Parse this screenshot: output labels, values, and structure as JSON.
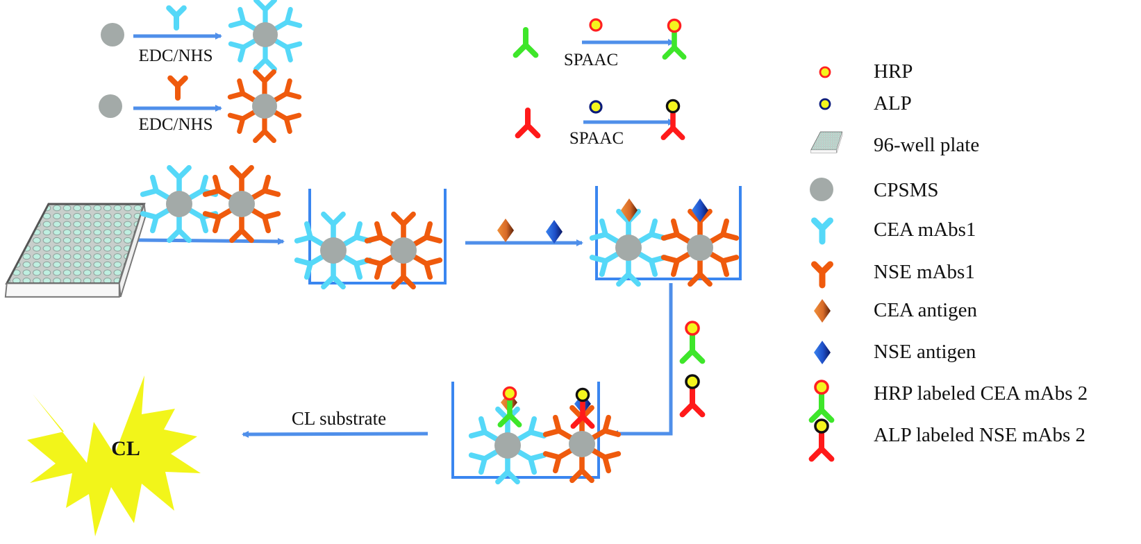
{
  "colors": {
    "arrow": "#4f8fea",
    "well": "#3a86f0",
    "cea_mab1": "#55d8f8",
    "nse_mab1": "#ef5a0d",
    "bead": "#a3aaa8",
    "mab2_cea": "#3ee62a",
    "mab2_nse": "#ff1a1a",
    "hrp_ring": "#ff2020",
    "alp_ring": "#0a1a7a",
    "enzyme_core": "#f4f51e",
    "cea_antigen": "#e07a30",
    "nse_antigen": "#1e5ad8",
    "cl_burst": "#f2f51a"
  },
  "steps": {
    "conjugation_1": {
      "label": "EDC/NHS"
    },
    "conjugation_2": {
      "label": "EDC/NHS"
    },
    "spaac_1": {
      "label": "SPAAC"
    },
    "spaac_2": {
      "label": "SPAAC"
    },
    "final": {
      "label": "CL substrate"
    }
  },
  "burst": {
    "label": "CL"
  },
  "legend": [
    {
      "icon": "hrp-icon",
      "label": "HRP"
    },
    {
      "icon": "alp-icon",
      "label": "ALP"
    },
    {
      "icon": "well-plate-icon",
      "label": "96-well plate"
    },
    {
      "icon": "cpsms-bead-icon",
      "label": "CPSMS"
    },
    {
      "icon": "cea-mab1-icon",
      "label": "CEA mAbs1"
    },
    {
      "icon": "nse-mab1-icon",
      "label": "NSE mAbs1"
    },
    {
      "icon": "cea-antigen-icon",
      "label": "CEA antigen"
    },
    {
      "icon": "nse-antigen-icon",
      "label": "NSE antigen"
    },
    {
      "icon": "hrp-cea-mab2-icon",
      "label": "HRP labeled CEA mAbs 2"
    },
    {
      "icon": "alp-nse-mab2-icon",
      "label": "ALP labeled NSE mAbs 2"
    }
  ]
}
